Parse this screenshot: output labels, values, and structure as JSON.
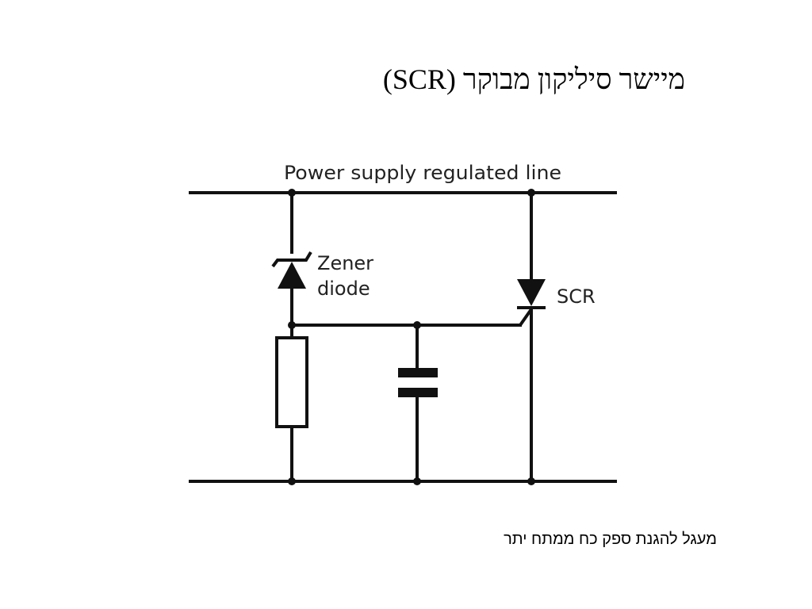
{
  "slide": {
    "title": "מיישר סיליקון מבוקר (SCR)",
    "caption": "מעגל להגנת ספק כח ממתח יתר"
  },
  "circuit": {
    "supply_line_label": "Power supply regulated line",
    "zener_label_line1": "Zener",
    "zener_label_line2": "diode",
    "scr_label": "SCR",
    "components": [
      "zener-diode",
      "resistor",
      "capacitor",
      "scr"
    ],
    "line_color": "#111111"
  }
}
